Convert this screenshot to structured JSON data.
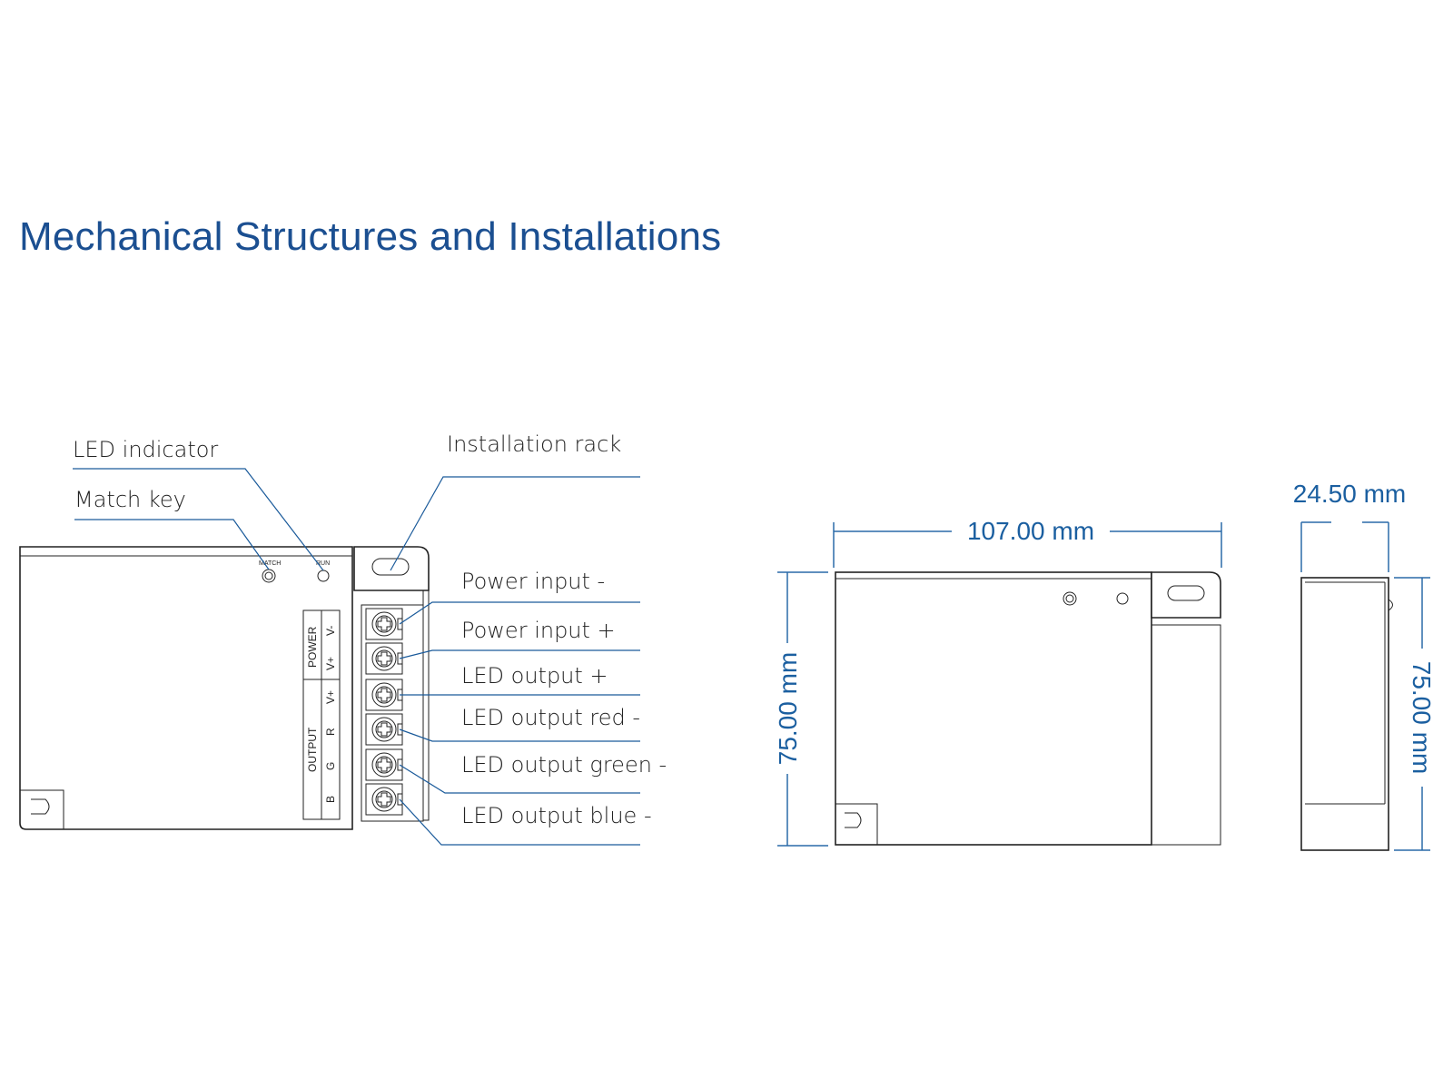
{
  "title": "Mechanical Structures and Installations",
  "labels": {
    "led_indicator": "LED indicator",
    "match_key": "Match key",
    "installation_rack": "Installation rack",
    "power_input_minus": "Power input -",
    "power_input_plus": "Power input +",
    "led_output_plus": "LED output +",
    "led_output_red": "LED output red -",
    "led_output_green": "LED output green -",
    "led_output_blue": "LED output blue -"
  },
  "device_marks": {
    "match": "MATCH",
    "run": "RUN",
    "power": "POWER",
    "output": "OUTPUT",
    "terminals": [
      "V-",
      "V+",
      "V+",
      "R",
      "G",
      "B"
    ]
  },
  "dimensions": {
    "length": "107.00 mm",
    "height_front": "75.00 mm",
    "height_side": "75.00 mm",
    "depth": "24.50 mm"
  },
  "colors": {
    "title": "#1b4f91",
    "dimension": "#1b5fa0",
    "leader": "#1a5a9a",
    "outline": "#222222"
  }
}
